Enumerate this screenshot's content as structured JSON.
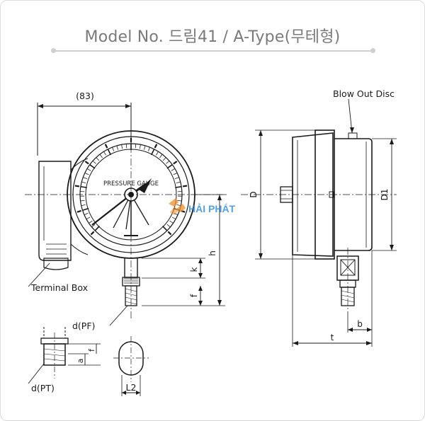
{
  "title": "Model No. 드림41 / A-Type(무테형)",
  "watermark": {
    "text": "HẢI PHÁT",
    "color": "#3a8fd8",
    "accent": "#f28c28"
  },
  "gauge": {
    "dial_text": "PRESSURE GAUGE"
  },
  "labels": {
    "width_dim": "(83)",
    "blow_out_disc": "Blow Out Disc",
    "terminal_box": "Terminal Box",
    "d_pf": "d(PF)",
    "d_pt": "d(PT)",
    "l2": "L2",
    "h": "h",
    "k": "k",
    "f": "f",
    "a": "a",
    "f_small": "f",
    "D": "D",
    "D1": "D1",
    "b": "b",
    "t": "t"
  }
}
